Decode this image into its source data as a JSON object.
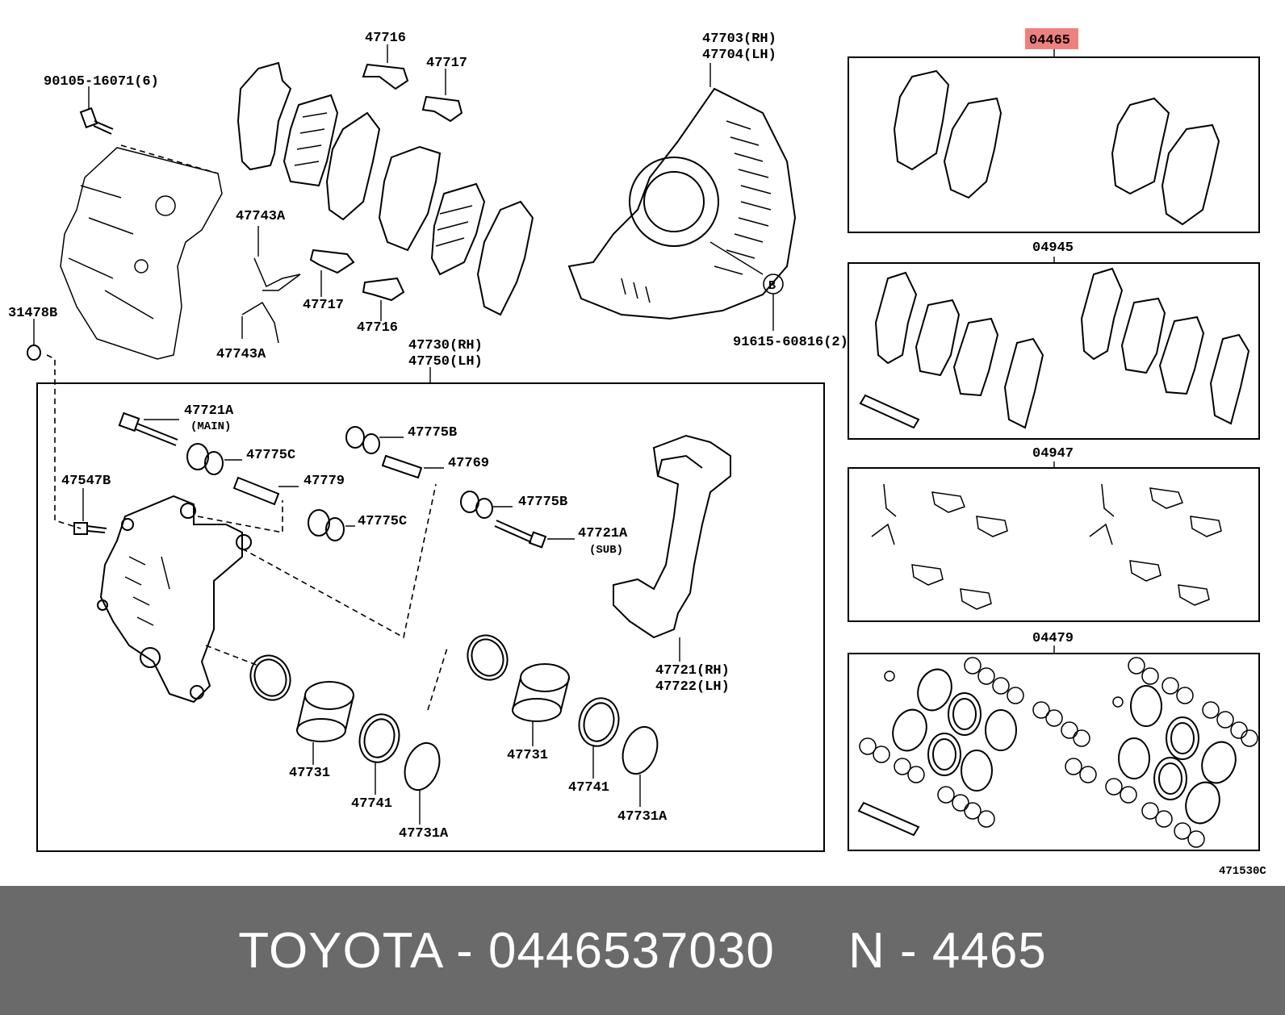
{
  "diagram": {
    "labels": {
      "l_47716_top": "47716",
      "l_47717_top": "47717",
      "l_47703": "47703(RH)",
      "l_47704": "47704(LH)",
      "l_90105": "90105-16071(6)",
      "l_47743A_top": "47743A",
      "l_47717_bot": "47717",
      "l_47716_bot": "47716",
      "l_47743A_bot": "47743A",
      "l_31478B": "31478B",
      "l_91615": "91615-60816(2)",
      "l_B": "B",
      "l_47730": "47730(RH)",
      "l_47750": "47750(LH)",
      "l_47721A_main": "47721A",
      "l_main": "(MAIN)",
      "l_47775C_a": "47775C",
      "l_47779": "47779",
      "l_47775C_b": "47775C",
      "l_47775B_a": "47775B",
      "l_47769": "47769",
      "l_47775B_b": "47775B",
      "l_47721A_sub": "47721A",
      "l_sub": "(SUB)",
      "l_47547B": "47547B",
      "l_47721": "47721(RH)",
      "l_47722": "47722(LH)",
      "l_47731_a": "47731",
      "l_47741_a": "47741",
      "l_47731A_a": "47731A",
      "l_47731_b": "47731",
      "l_47741_b": "47741",
      "l_47731A_b": "47731A",
      "l_04945": "04945",
      "l_04947": "04947",
      "l_04479": "04479",
      "l_ref": "471530C"
    },
    "highlight_label": "04465",
    "highlight_color": "#f08080"
  },
  "footer": {
    "text": "TOYOTA - 0446537030     N - 4465",
    "background": "#6a6a6a"
  }
}
